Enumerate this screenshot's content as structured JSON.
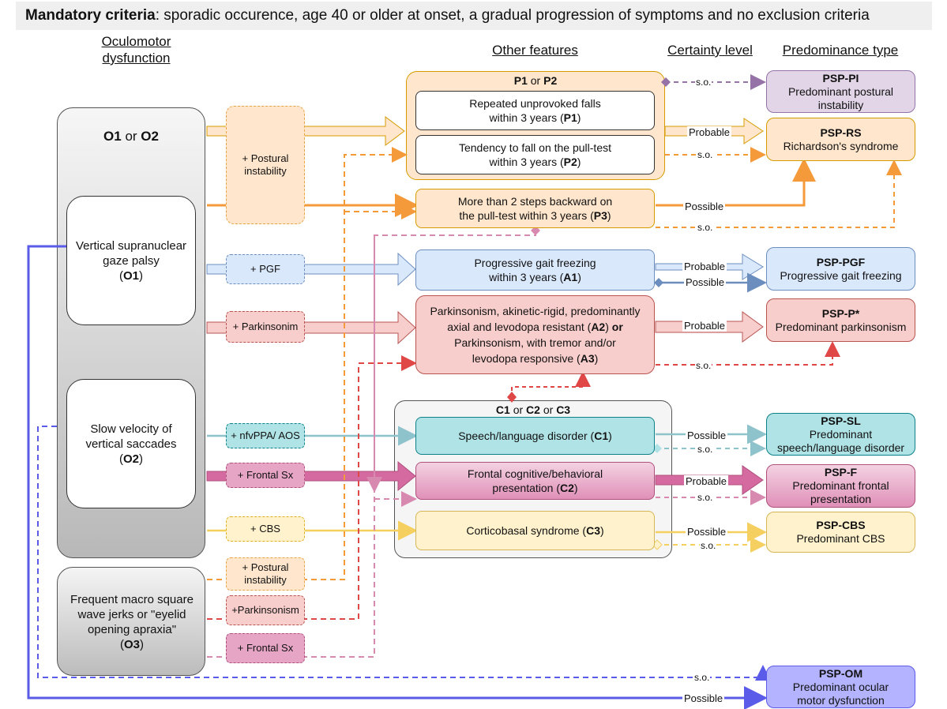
{
  "banner": {
    "bold": "Mandatory criteria",
    "rest": ": sporadic occurence, age 40 or older at onset, a gradual progression of symptoms and no exclusion criteria"
  },
  "headers": {
    "oculomotor": "Oculomotor dysfunction",
    "other": "Other features",
    "certainty": "Certainty level",
    "predominance": "Predominance type"
  },
  "left": {
    "group_a": "O1",
    "group_or": " or ",
    "group_b": "O2",
    "o1_text": "Vertical supranuclear gaze palsy",
    "o1_code": "O1",
    "o2_text": "Slow velocity of vertical saccades",
    "o2_code": "O2",
    "o3_text": "Frequent macro square wave jerks or \"eyelid opening apraxia\"",
    "o3_code": "O3"
  },
  "connectors": {
    "postural": "+ Postural instability",
    "pgf": "+ PGF",
    "parkinsonim": "+ Parkinsonim",
    "nfvppa": "+ nfvPPA/ AOS",
    "frontal": "+ Frontal Sx",
    "cbs": "+ CBS",
    "postural2": "+ Postural instability",
    "parkinsonism2": "+Parkinsonism",
    "frontal2": "+ Frontal Sx"
  },
  "features": {
    "p_group_a": "P1",
    "p_group_or": " or ",
    "p_group_b": "P2",
    "p1_line1": "Repeated unprovoked falls",
    "p1_line2": "within 3 years (",
    "p1_code": "P1",
    "p2_line1": "Tendency to fall on the pull-test",
    "p2_line2": "within 3 years (",
    "p2_code": "P2",
    "p3_line1": "More than 2 steps backward on",
    "p3_line2": "the pull-test within 3 years (",
    "p3_code": "P3",
    "a1_line1": "Progressive gait freezing",
    "a1_line2": "within 3 years (",
    "a1_code": "A1",
    "a2_line1": "Parkinsonism, akinetic-rigid, predominantly",
    "a2_line2": "axial and levodopa resistant (",
    "a2_code": "A2",
    "a2_or": " or",
    "a3_line1": "Parkinsonism, with tremor and/or",
    "a3_line2": "levodopa responsive (",
    "a3_code": "A3",
    "c_group_a": "C1",
    "c_group_b": "C2",
    "c_group_c": "C3",
    "c_group_or": " or ",
    "c1_text": "Speech/language disorder (",
    "c1_code": "C1",
    "c2_line1": "Frontal cognitive/behavioral",
    "c2_line2": "presentation (",
    "c2_code": "C2",
    "c3_text": "Corticobasal syndrome (",
    "c3_code": "C3",
    "close": ")"
  },
  "certainty": {
    "so": "s.o.",
    "probable": "Probable",
    "possible": "Possible"
  },
  "types": {
    "pi_title": "PSP-PI",
    "pi_desc": "Predominant postural instability",
    "rs_title": "PSP-RS",
    "rs_desc": "Richardson's syndrome",
    "pgf_title": "PSP-PGF",
    "pgf_desc": "Progressive gait freezing",
    "p_title": "PSP-P*",
    "p_desc": "Predominant parkinsonism",
    "sl_title": "PSP-SL",
    "sl_desc1": "Predominant",
    "sl_desc2": "speech/language disorder",
    "f_title": "PSP-F",
    "f_desc": "Predominant frontal presentation",
    "cbs_title": "PSP-CBS",
    "cbs_desc": "Predominant CBS",
    "om_title": "PSP-OM",
    "om_desc": "Predominant ocular motor dysfunction"
  },
  "colors": {
    "orange": "#f59a3a",
    "orange_fill": "#ffe6cc",
    "orange_border": "#d79b00",
    "blue": "#6c8ebf",
    "blue_fill": "#dae8fc",
    "red": "#e04848",
    "red_fill": "#f8cecc",
    "red_border": "#b85450",
    "teal": "#8fc3cc",
    "teal_fill": "#b0e3e6",
    "teal_border": "#0e8088",
    "pink": "#c8739b",
    "pink_fill": "#e6a5c5",
    "yellow": "#f5d060",
    "yellow_fill": "#fff2cc",
    "purple": "#9673a6",
    "purple_fill": "#e1d5e7",
    "indigo": "#5b5bea",
    "indigo_fill": "#b3b3ff"
  }
}
